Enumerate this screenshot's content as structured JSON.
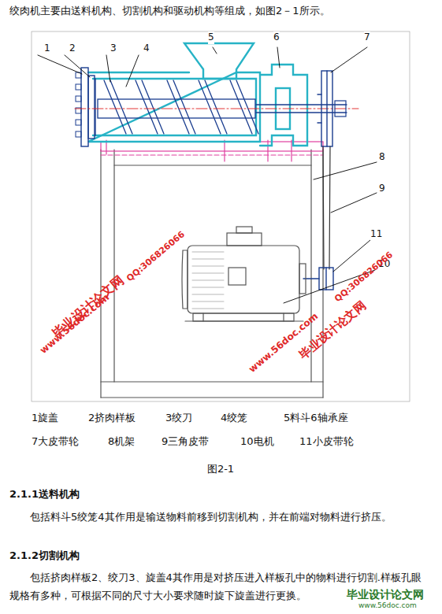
{
  "diagram": {
    "caption": "图2-1",
    "labels": [
      "绞肉机主要由送料机构、切割机构和驱动机构等组成，如图2－1所示。",
      "1",
      "2",
      "3",
      "4",
      "5",
      "6",
      "7",
      "8",
      "9",
      "11",
      "10",
      "毕业设计论文网",
      "QQ:306826066",
      "www.56doc.com",
      "www.56doc.com",
      "QQ:306826066",
      "毕业设计论文网",
      "1旋盖",
      "2挤肉样板",
      "3绞刀",
      "4绞笼",
      "5料斗6轴承座",
      "7大皮带轮",
      "8机架",
      "9三角皮带",
      "10电机",
      "11小皮带轮",
      "2.1.1送料机构",
      "包括料斗5绞笼4其作用是输送物料前移到切割机构，并在前端对物料进行挤压。",
      "2.1.2切割机构",
      "包括挤肉样板2、绞刀3、旋盖4其作用是对挤压进入样板孔中的物料进行切割.样板孔眼规格有多种，可根据不同的尺寸大小要求随时旋下旋盖进行更换。",
      "毕业设计论文网",
      "www.56doc.com"
    ]
  }
}
